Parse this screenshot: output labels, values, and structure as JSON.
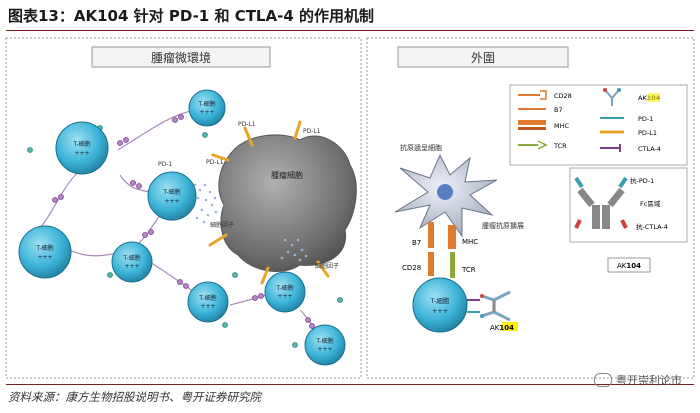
{
  "header": {
    "title": "图表13：AK104 针对 PD-1 和 CTLA-4 的作用机制"
  },
  "left_panel": {
    "title": "腫瘤微環境",
    "t_cell": "T-細胞",
    "t_cell_plus": "+++",
    "tumor": "腫瘤細胞",
    "pdl1": "PD-L1",
    "pd1": "PD-1",
    "cytokine": "細胞因子"
  },
  "right_panel": {
    "title": "外圍",
    "apc": "抗原遞呈細胞",
    "antigen": "腫瘤抗原擴展",
    "b7": "B7",
    "mhc": "MHC",
    "cd28": "CD28",
    "tcr": "TCR",
    "t_cell": "T-細胞",
    "t_cell_plus": "+++",
    "ak104": "AK104",
    "ak104_prefix": "AK",
    "ak104_hl": "104"
  },
  "legend": {
    "items": [
      {
        "label": "CD28",
        "color": "#e07a2c"
      },
      {
        "label": "B7",
        "color": "#e07a2c"
      },
      {
        "label": "MHC",
        "color": "#e07a2c"
      },
      {
        "label": "TCR",
        "color": "#8aa838"
      },
      {
        "label": "AK104",
        "color": "#7aa3c0"
      },
      {
        "label": "PD-1",
        "color": "#3a9fb0"
      },
      {
        "label": "PD-L1",
        "color": "#e8a426"
      },
      {
        "label": "CTLA-4",
        "color": "#7a3f8f"
      }
    ]
  },
  "antibody": {
    "anti_pd1": "抗-PD-1",
    "fc": "Fc區域",
    "anti_ctla4": "抗-CTLA-4",
    "caption": "AK104"
  },
  "footer": {
    "source": "资料来源：康方生物招股说明书、粤开证券研究院"
  },
  "watermark": {
    "text": "粤开崇利论市"
  },
  "colors": {
    "t_cell": "#3cb4d8",
    "tumor": "#6e6e6e",
    "highlight": "#fff200",
    "rule": "#7a1f1f"
  }
}
